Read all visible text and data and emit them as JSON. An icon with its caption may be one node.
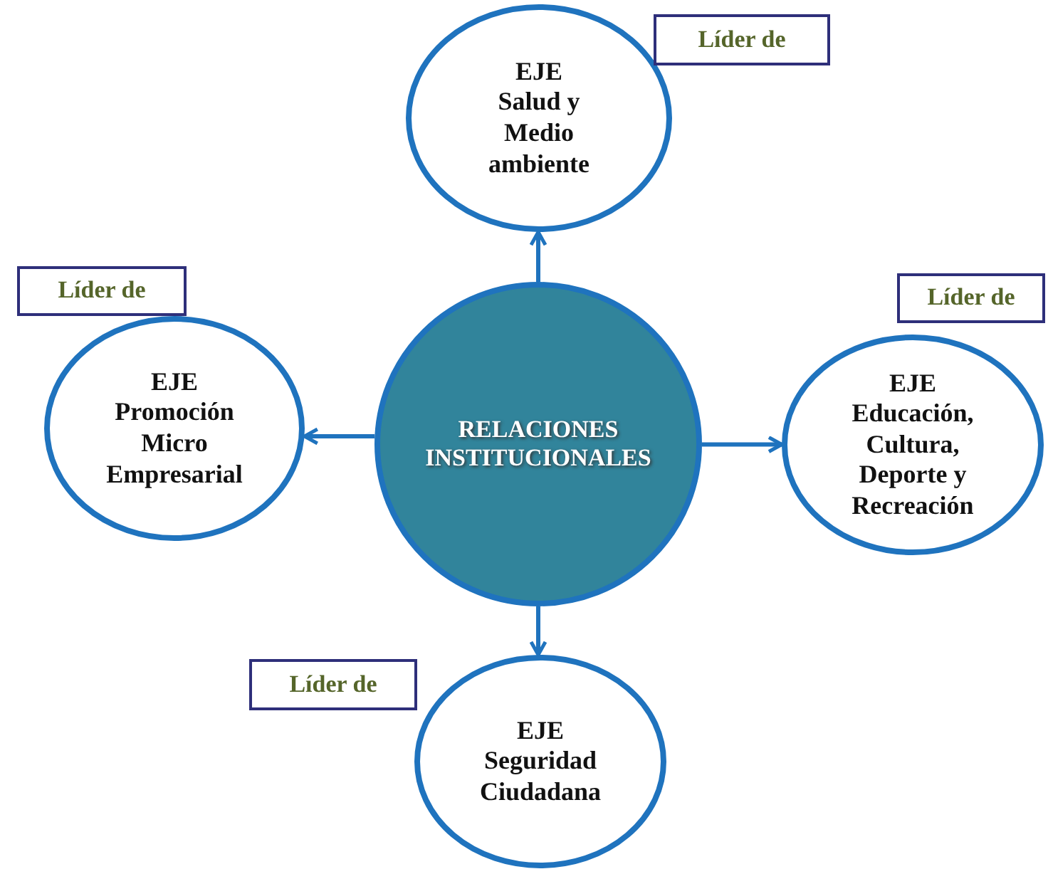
{
  "diagram": {
    "nodes": [
      {
        "text": [
          "EJE",
          "Salud y Medio ambiente"
        ]
      },
      {
        "text": [
          "Líder de"
        ]
      },
      {
        "text": [
          "Líder de"
        ]
      },
      {
        "text": [
          "Líder de"
        ]
      },
      {
        "text": [
          "EJE",
          "Promoción Micro Empresarial"
        ]
      },
      {
        "text": [
          "RELACIONES INSTITUCIONALES"
        ]
      },
      {
        "text": [
          "EJE",
          "Educación, Cultura, Deporte y Recreación"
        ]
      },
      {
        "text": [
          "Líder de"
        ]
      },
      {
        "text": [
          "EJE",
          "Seguridad Ciudadana"
        ]
      }
    ],
    "edges": [
      {
        "from": 5,
        "to": 0,
        "arrow": "to"
      },
      {
        "from": 5,
        "to": 4,
        "arrow": "to"
      },
      {
        "from": 5,
        "to": 6,
        "arrow": "to"
      },
      {
        "from": 5,
        "to": 8,
        "arrow": "to"
      }
    ]
  }
}
